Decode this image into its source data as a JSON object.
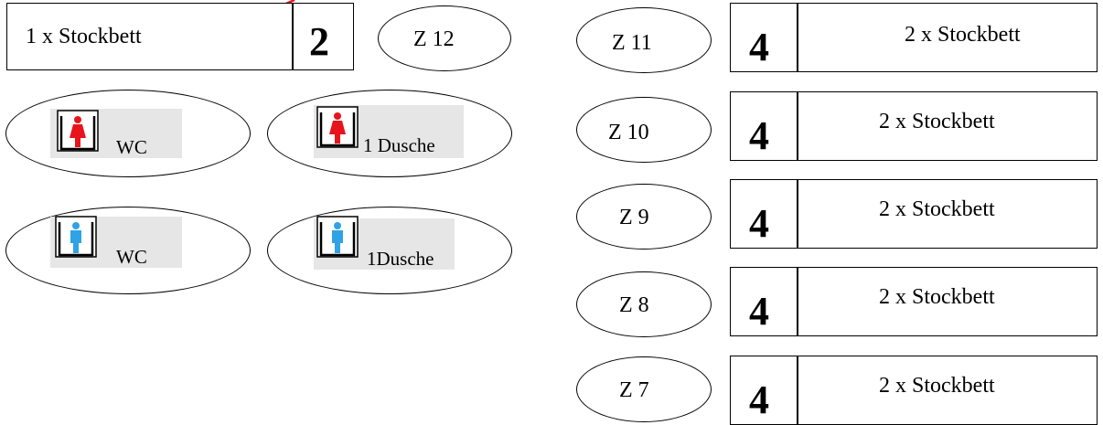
{
  "top_left": {
    "beds_label": "1 x Stockbett",
    "count": "2",
    "room": "Z 12"
  },
  "facilities": [
    {
      "label": "WC",
      "gender": "female"
    },
    {
      "label": "1 Dusche",
      "gender": "female"
    },
    {
      "label": "WC",
      "gender": "male"
    },
    {
      "label": "1Dusche",
      "gender": "male"
    }
  ],
  "rooms": [
    {
      "room": "Z 11",
      "count": "4",
      "beds_label": "2 x Stockbett"
    },
    {
      "room": "Z 10",
      "count": "4",
      "beds_label": "2 x Stockbett"
    },
    {
      "room": "Z 9",
      "count": "4",
      "beds_label": "2 x Stockbett"
    },
    {
      "room": "Z 8",
      "count": "4",
      "beds_label": "2 x Stockbett"
    },
    {
      "room": "Z 7",
      "count": "4",
      "beds_label": "2 x Stockbett"
    }
  ],
  "colors": {
    "female": "#e8141b",
    "male": "#2fa3e6",
    "arrow": "#e8141b"
  }
}
